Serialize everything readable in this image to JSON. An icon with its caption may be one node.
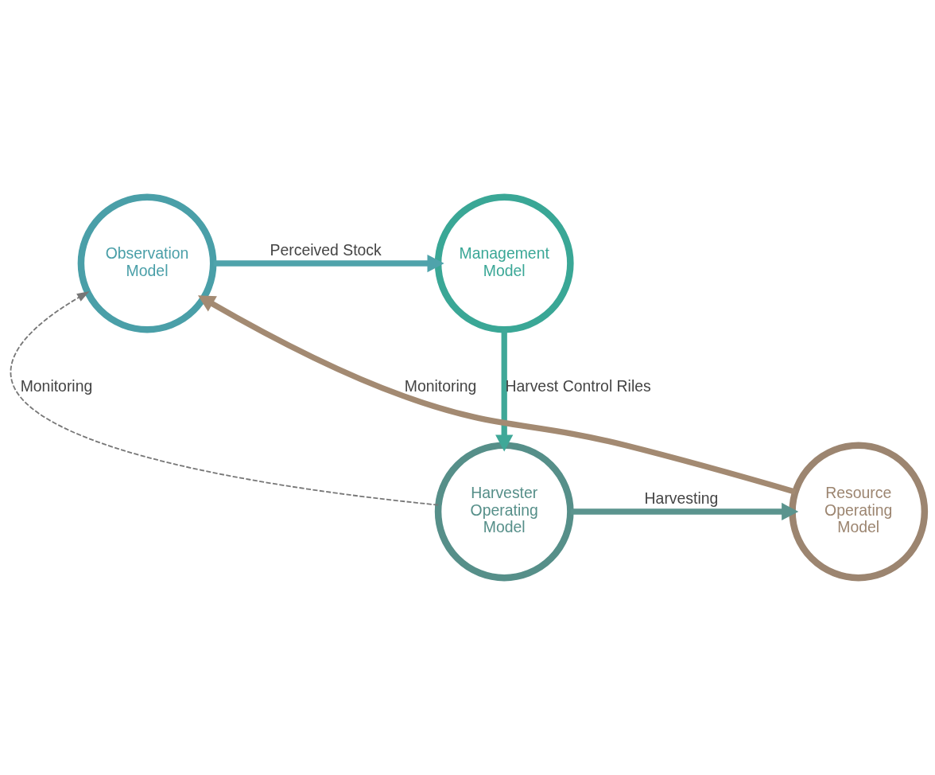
{
  "diagram": {
    "nodes": [
      {
        "text": [
          "Observation Model"
        ]
      },
      {
        "text": [
          "Management Model"
        ]
      },
      {
        "text": [
          "Harvester Operating Model"
        ]
      },
      {
        "text": [
          "Resource Operating Model"
        ]
      }
    ],
    "edges": [
      {
        "from": 0,
        "to": 1,
        "arrow": "to",
        "label": "Perceived Stock",
        "color": "#4fa3ab"
      },
      {
        "from": 1,
        "to": 2,
        "arrow": "to",
        "label": "Harvest Control Riles",
        "color": "#3fa898"
      },
      {
        "from": 2,
        "to": 3,
        "arrow": "to",
        "label": "Harvesting",
        "color": "#5b948e"
      },
      {
        "from": 3,
        "to": 0,
        "arrow": "to",
        "label": "Monitoring",
        "color": "#a38a72"
      },
      {
        "from": 2,
        "to": 0,
        "arrow": "to",
        "label": "Monitoring",
        "style": "dashed",
        "color": "#777777"
      }
    ]
  }
}
